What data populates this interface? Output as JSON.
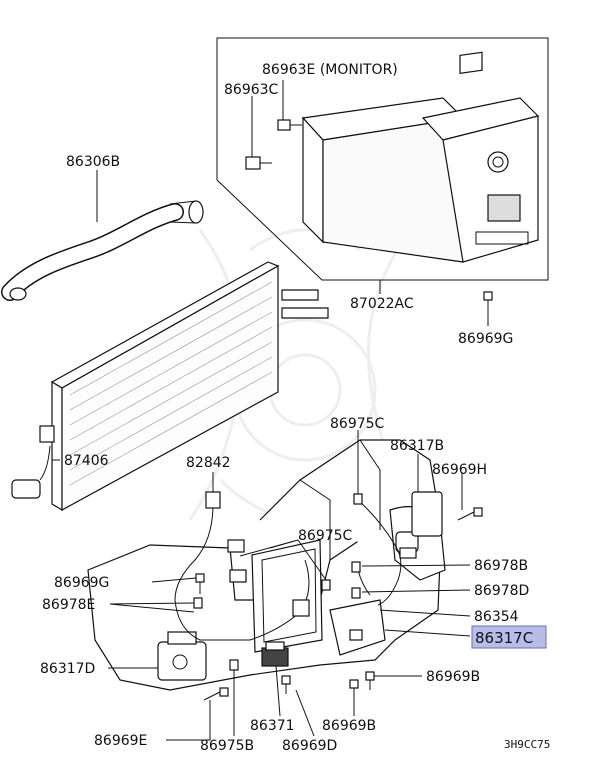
{
  "diagram": {
    "callouts": {
      "p86963E": "86963E (MONITOR)",
      "p86963C": "86963C",
      "p86306B": "86306B",
      "p87022AC": "87022AC",
      "p86969G_top": "86969G",
      "p87406": "87406",
      "p82842": "82842",
      "p86975C_a": "86975C",
      "p86317B": "86317B",
      "p86969H": "86969H",
      "p86975C_b": "86975C",
      "p86978B": "86978B",
      "p86969G_mid": "86969G",
      "p86978D": "86978D",
      "p86978E": "86978E",
      "p86354": "86354",
      "p86317C": "86317C",
      "p86317D": "86317D",
      "p86969B_right": "86969B",
      "p86371": "86371",
      "p86969B_bottom": "86969B",
      "p86969E": "86969E",
      "p86975B": "86975B",
      "p86969D": "86969D"
    },
    "highlight_part": "86317C",
    "highlight_color": "#b8bce8",
    "diagram_code": "3H9CC75"
  }
}
